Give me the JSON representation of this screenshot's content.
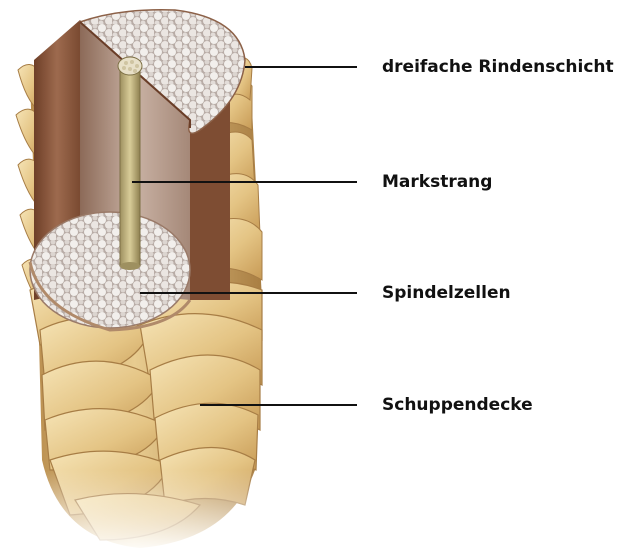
{
  "labels": [
    "dreifache Rindenschicht",
    "Markstrang",
    "Spindelzellen",
    "Schuppendecke"
  ],
  "colors": {
    "cuticle": "#e4c484",
    "cortex": "#9d6a4e",
    "medulla": "#d8cc98",
    "cells": "#f2efec",
    "label_text": "#111111"
  }
}
